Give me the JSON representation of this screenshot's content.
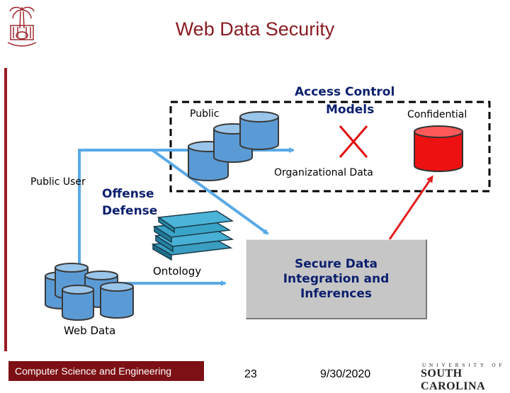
{
  "slide": {
    "title": "Web Data Security",
    "labels": {
      "public": "Public",
      "access_control": "Access Control",
      "models": "Models",
      "confidential": "Confidential",
      "organizational_data": "Organizational Data",
      "public_user": "Public User",
      "offense": "Offense",
      "defense": "Defense",
      "ontology": "Ontology",
      "secure_line1": "Secure Data",
      "secure_line2": "Integration and",
      "secure_line3": "Inferences",
      "web_data": "Web Data"
    },
    "colors": {
      "title": "#8a1c22",
      "cylinder_blue": "#5b9bd5",
      "cylinder_red": "#ee1111",
      "arrow_blue": "#5aa9e6",
      "arrow_red": "#e02020",
      "cross_red": "#e01010",
      "text_blue": "#0b1f6e",
      "footer_bar": "#7c1015"
    },
    "icons": {
      "logo": "palmetto-seal-icon",
      "books": "book-stack-icon",
      "cross": "blocked-x-icon"
    }
  },
  "footer": {
    "department": "Computer Science and Engineering",
    "page": "23",
    "date": "9/30/2020",
    "university_top": "UNIVERSITY OF",
    "university_name": "SOUTH CAROLINA"
  }
}
